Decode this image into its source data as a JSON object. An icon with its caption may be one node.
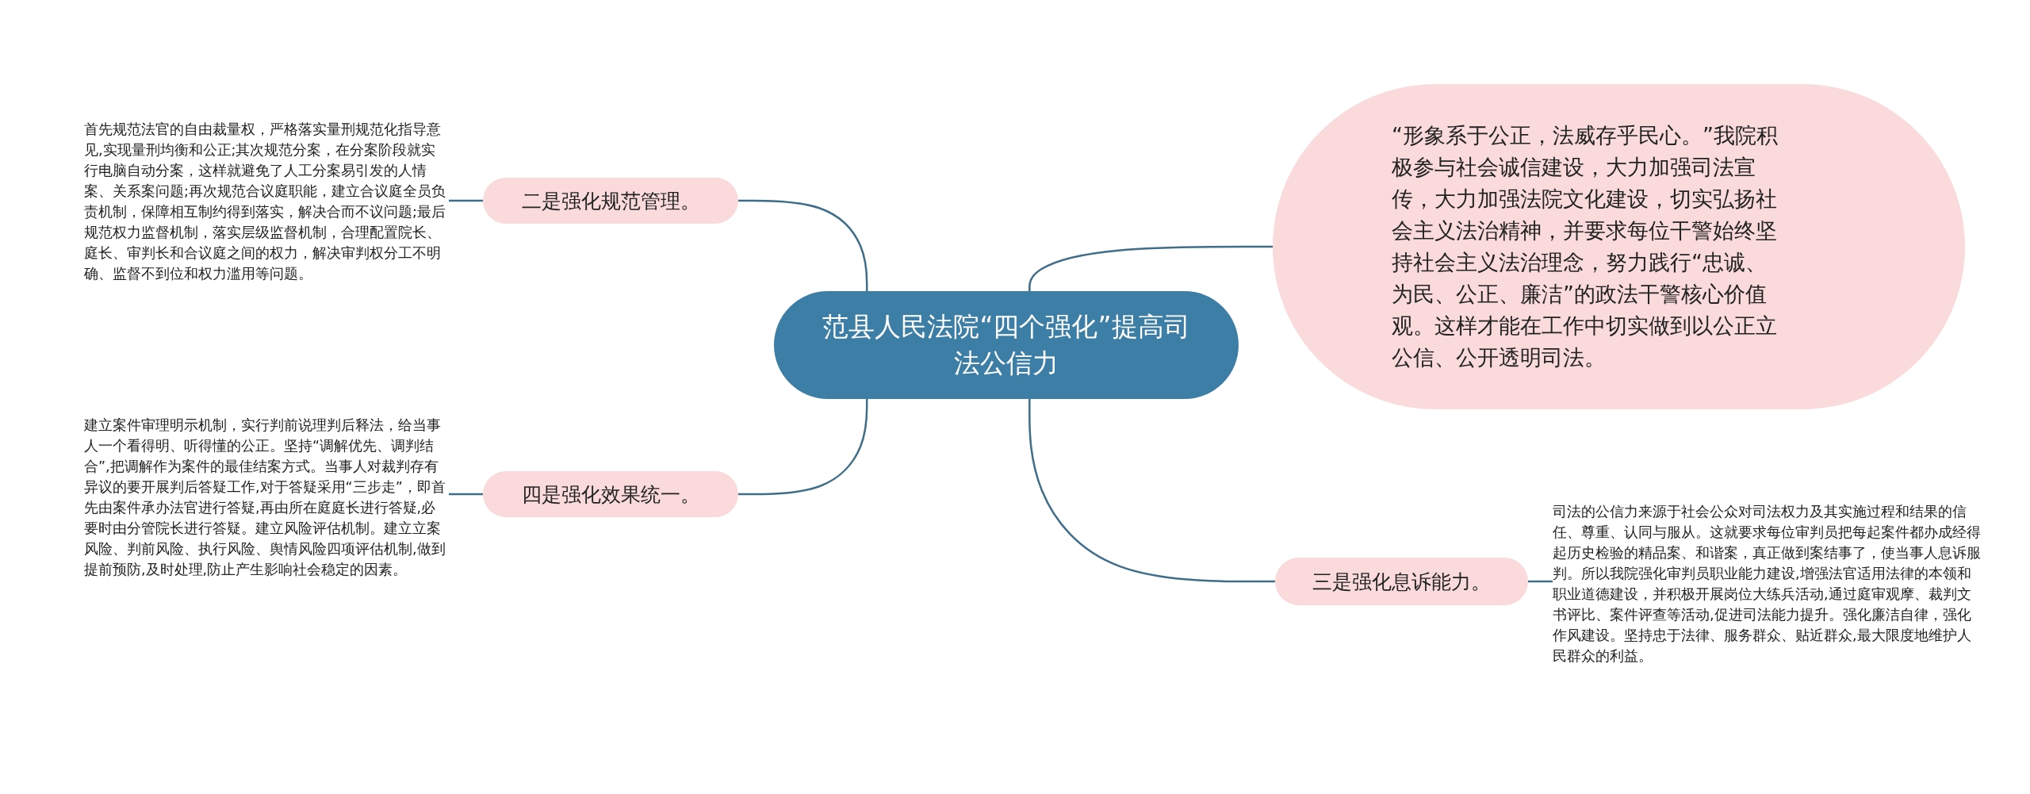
{
  "diagram": {
    "nodes": [
      {
        "text": [
          "范县人民法院“四个强化”提高司法公信力"
        ]
      },
      {
        "text": [
          "二是强化规范管理。"
        ]
      },
      {
        "text": [
          "首先规范法官的自由裁量权，严格落实量刑规范化指导意见,实现量刑均衡和公正;其次规范分案，在分案阶段就实行电脑自动分案，这样就避免了人工分案易引发的人情案、关系案问题;再次规范合议庭职能，建立合议庭全员负责机制，保障相互制约得到落实，解决合而不议问题;最后规范权力监督机制，落实层级监督机制，合理配置院长、庭长、审判长和合议庭之间的权力，解决审判权分工不明确、监督不到位和权力滥用等问题。"
        ]
      },
      {
        "text": [
          "四是强化效果统一。"
        ]
      },
      {
        "text": [
          "建立案件审理明示机制，实行判前说理判后释法，给当事人一个看得明、听得懂的公正。坚持“调解优先、调判结合”,把调解作为案件的最佳结案方式。当事人对裁判存有异议的要开展判后答疑工作,对于答疑采用“三步走”，即首先由案件承办法官进行答疑,再由所在庭庭长进行答疑,必要时由分管院长进行答疑。建立风险评估机制。建立立案风险、判前风险、执行风险、舆情风险四项评估机制,做到提前预防,及时处理,防止产生影响社会稳定的因素。"
        ]
      },
      {
        "text": [
          "“形象系于公正，法威存乎民心。”我院积极参与社会诚信建设，大力加强司法宣传，大力加强法院文化建设，切实弘扬社会主义法治精神，并要求每位干警始终坚持社会主义法治理念，努力践行“忠诚、为民、公正、廉洁”的政法干警核心价值观。这样才能在工作中切实做到以公正立公信、公开透明司法。"
        ]
      },
      {
        "text": [
          "三是强化息诉能力。"
        ]
      },
      {
        "text": [
          "司法的公信力来源于社会公众对司法权力及其实施过程和结果的信任、尊重、认同与服从。这就要求每位审判员把每起案件都办成经得起历史检验的精品案、和谐案，真正做到案结事了，使当事人息诉服判。所以我院强化审判员职业能力建设,增强法官适用法律的本领和职业道德建设，并积极开展岗位大练兵活动,通过庭审观摩、裁判文书评比、案件评查等活动,促进司法能力提升。强化廉洁自律，强化作风建设。坚持忠于法律、服务群众、贴近群众,最大限度地维护人民群众的利益。"
        ]
      }
    ],
    "edges": [
      {
        "from": 0,
        "to": 1,
        "arrow": "none"
      },
      {
        "from": 1,
        "to": 2,
        "arrow": "none"
      },
      {
        "from": 0,
        "to": 3,
        "arrow": "none"
      },
      {
        "from": 3,
        "to": 4,
        "arrow": "none"
      },
      {
        "from": 0,
        "to": 5,
        "arrow": "none"
      },
      {
        "from": 0,
        "to": 6,
        "arrow": "none"
      },
      {
        "from": 6,
        "to": 7,
        "arrow": "none"
      }
    ]
  }
}
